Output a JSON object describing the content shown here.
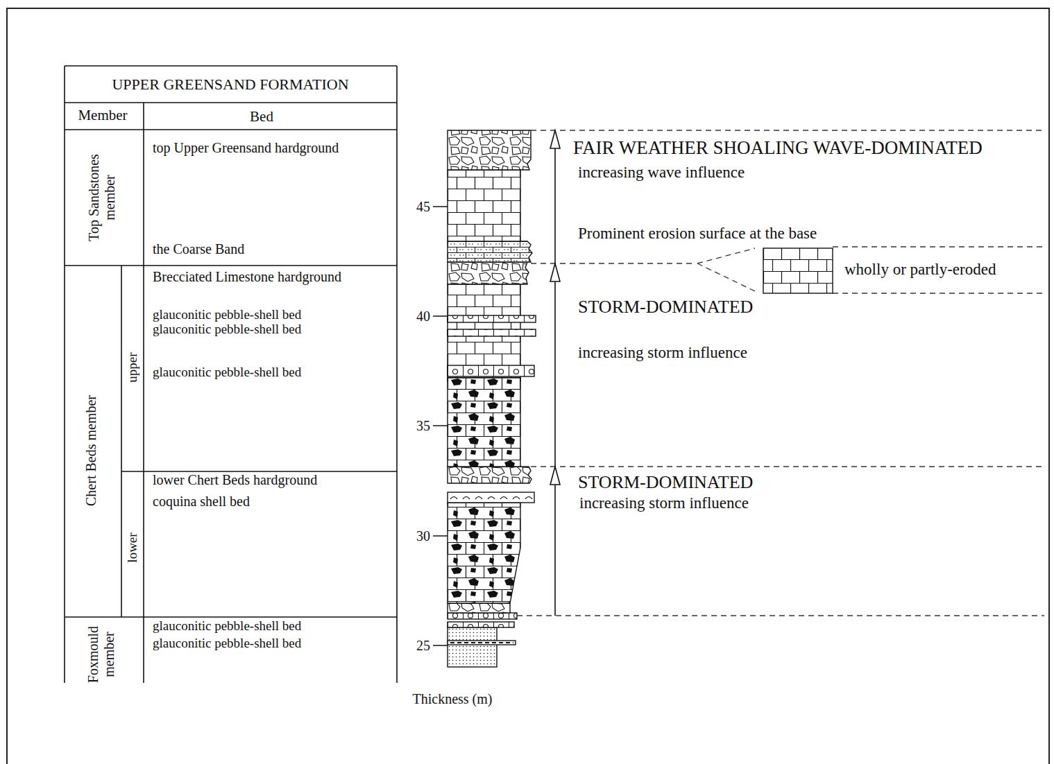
{
  "diagram": {
    "labels": [
      "UPPER GREENSAND FORMATION",
      "Member",
      "Bed",
      "Top Sandstones member",
      "top Upper Greensand hardground",
      "the Coarse Band",
      "Chert Beds member",
      "upper",
      "Brecciated Limestone hardground",
      "glauconitic pebble-shell bed",
      "glauconitic pebble-shell bed",
      "glauconitic pebble-shell bed",
      "lower",
      "lower Chert Beds hardground",
      "coquina shell bed",
      "Foxmould member",
      "glauconitic pebble-shell bed",
      "glauconitic pebble-shell bed",
      "45",
      "40",
      "35",
      "30",
      "25",
      "Thickness (m)",
      "FAIR WEATHER SHOALING WAVE-DOMINATED",
      "increasing wave influence",
      "Prominent erosion surface at the base",
      "wholly or partly-eroded",
      "STORM-DOMINATED",
      "increasing storm influence",
      "STORM-DOMINATED",
      "increasing storm influence"
    ]
  }
}
